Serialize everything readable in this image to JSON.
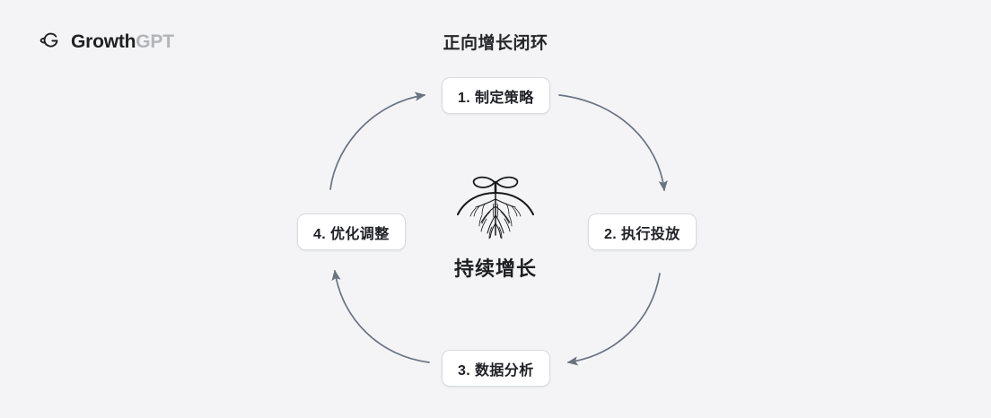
{
  "brand": {
    "icon": "planet-ring-g-icon",
    "name_strong": "Growth",
    "name_light": "GPT"
  },
  "diagram": {
    "title": "正向增长闭环",
    "center": {
      "icon": "sprout-with-roots-icon",
      "label": "持续增长"
    },
    "nodes": [
      {
        "id": "node-1",
        "label": "1. 制定策略",
        "position": "top"
      },
      {
        "id": "node-2",
        "label": "2. 执行投放",
        "position": "right"
      },
      {
        "id": "node-3",
        "label": "3. 数据分析",
        "position": "bottom"
      },
      {
        "id": "node-4",
        "label": "4. 优化调整",
        "position": "left"
      }
    ],
    "arrows": [
      {
        "from": "node-1",
        "to": "node-2",
        "direction": "clockwise"
      },
      {
        "from": "node-2",
        "to": "node-3",
        "direction": "clockwise"
      },
      {
        "from": "node-3",
        "to": "node-4",
        "direction": "clockwise"
      },
      {
        "from": "node-4",
        "to": "node-1",
        "direction": "clockwise"
      }
    ]
  },
  "colors": {
    "background": "#f4f4f6",
    "node_fill": "#ffffff",
    "node_border": "#d9dbe0",
    "text_primary": "#202126",
    "brand_muted": "#b3b5ba",
    "arrow": "#6b7280"
  }
}
